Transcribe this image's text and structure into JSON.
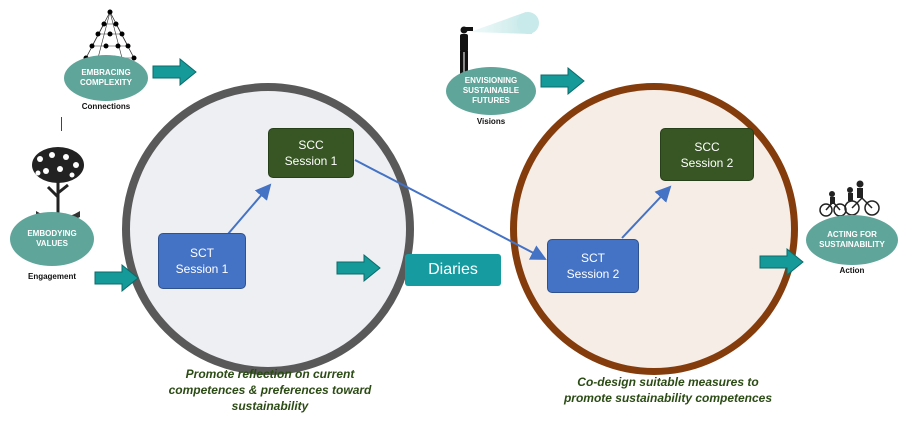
{
  "ovals": {
    "complexity": {
      "line1": "EMBRACING",
      "line2": "COMPLEXITY",
      "caption": "Connections"
    },
    "values": {
      "line1": "EMBODYING",
      "line2": "VALUES",
      "caption": "Engagement"
    },
    "futures": {
      "line1": "ENVISIONING",
      "line2": "SUSTAINABLE",
      "line3": "FUTURES",
      "caption": "Visions"
    },
    "acting": {
      "line1": "ACTING FOR",
      "line2": "SUSTAINABILITY",
      "caption": "Action"
    }
  },
  "boxes": {
    "scc1": {
      "line1": "SCC",
      "line2": "Session 1"
    },
    "sct1": {
      "line1": "SCT",
      "line2": "Session 1"
    },
    "scc2": {
      "line1": "SCC",
      "line2": "Session 2"
    },
    "sct2": {
      "line1": "SCT",
      "line2": "Session 2"
    }
  },
  "diaries": "Diaries",
  "captions": {
    "left": {
      "line1": "Promote reflection on current",
      "line2": "competences & preferences toward",
      "line3": "sustainability"
    },
    "right": {
      "line1": "Co-design suitable measures to",
      "line2": "promote sustainability competences"
    }
  },
  "colors": {
    "oval": "#5fa59a",
    "sct": "#4472c4",
    "scc": "#375623",
    "diaries": "#169ba0",
    "arrow_teal": "#159999",
    "circle_left_border": "#595959",
    "circle_left_fill": "#eeeff3",
    "circle_right_border": "#843c0c",
    "circle_right_fill": "#f6ede6",
    "caption": "#2b4b14"
  }
}
